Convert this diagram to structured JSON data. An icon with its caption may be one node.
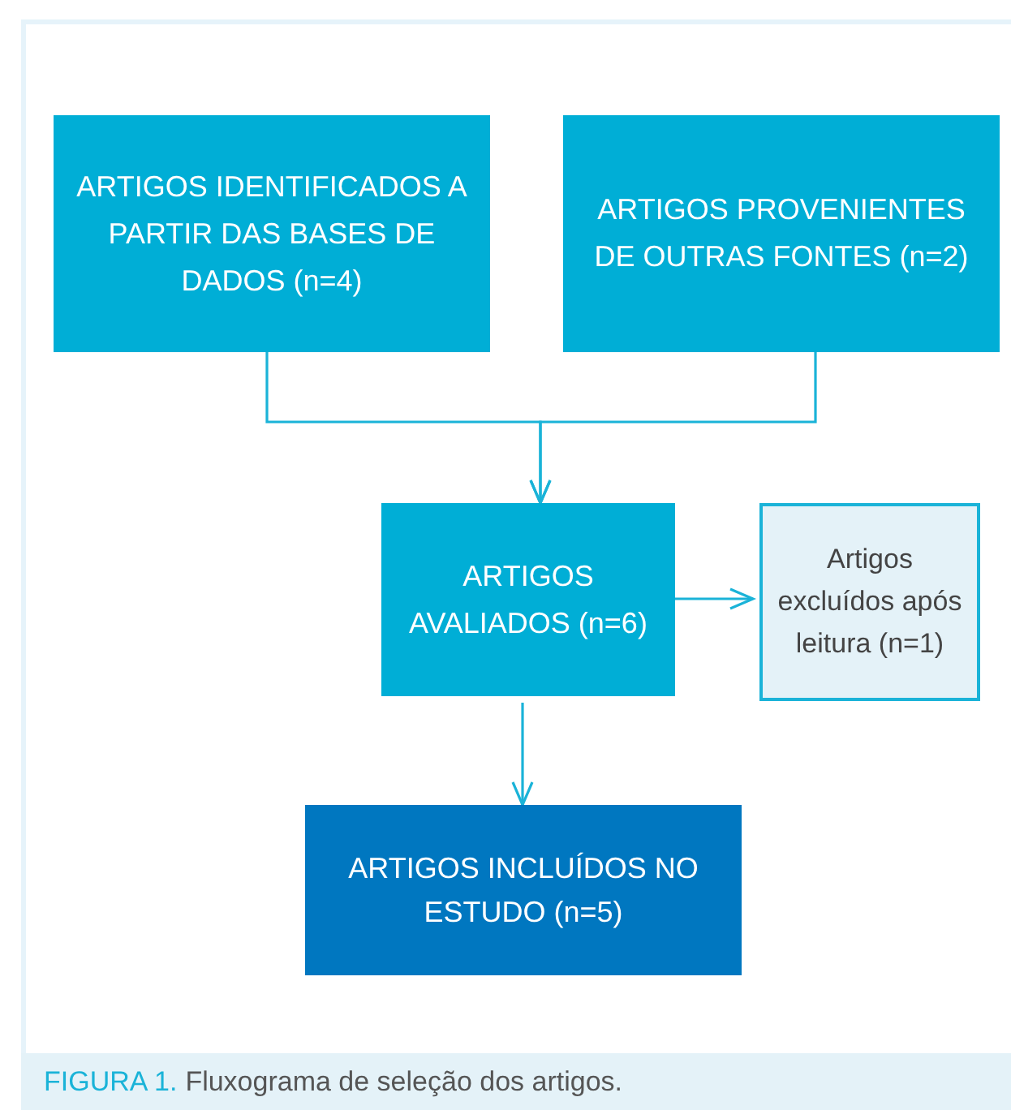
{
  "diagram": {
    "caption": "Fluxograma de seleção dos artigos.",
    "nodes": [
      {
        "text": [
          "ARTIGOS IDENTIFICADOS A PARTIR DAS BASES DE DADOS (n=4)"
        ]
      },
      {
        "text": [
          "ARTIGOS PROVENIENTES DE OUTRAS FONTES (n=2)"
        ]
      },
      {
        "text": [
          "ARTIGOS AVALIADOS (n=6)"
        ]
      },
      {
        "text": [
          "ARTIGOS INCLUÍDOS NO ESTUDO (n=5)"
        ]
      },
      {
        "text": [
          "Artigos excluídos após leitura (n=1)"
        ]
      }
    ],
    "edges": [
      {
        "from": 0,
        "to": 2,
        "arrow": "to"
      },
      {
        "from": 1,
        "to": 2,
        "arrow": "to"
      },
      {
        "from": 2,
        "to": 3,
        "arrow": "to"
      },
      {
        "from": 2,
        "to": 4,
        "arrow": "to"
      }
    ],
    "labels": [
      "FIGURA 1."
    ]
  }
}
